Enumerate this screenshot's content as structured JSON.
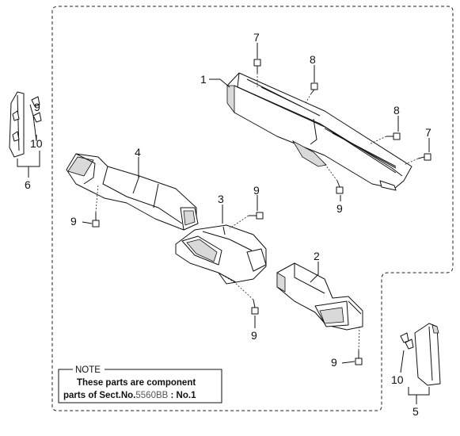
{
  "callouts": {
    "c1": "1",
    "c2": "2",
    "c3": "3",
    "c4": "4",
    "c5": "5",
    "c6": "6",
    "c7a": "7",
    "c7b": "7",
    "c8a": "8",
    "c8b": "8",
    "c9a": "9",
    "c9b": "9",
    "c9c": "9",
    "c9d": "9",
    "c9e": "9",
    "c9f": "9",
    "c10a": "10",
    "c10b": "10"
  },
  "note": {
    "title": "NOTE",
    "line1": "These parts are component",
    "line2_prefix": "parts of Sect.No.",
    "line2_sect": "5560BB",
    "line2_suffix": " : No.1"
  },
  "colors": {
    "line": "#111111",
    "shade": "#d9d9d9",
    "sect_highlight": "#555555"
  }
}
